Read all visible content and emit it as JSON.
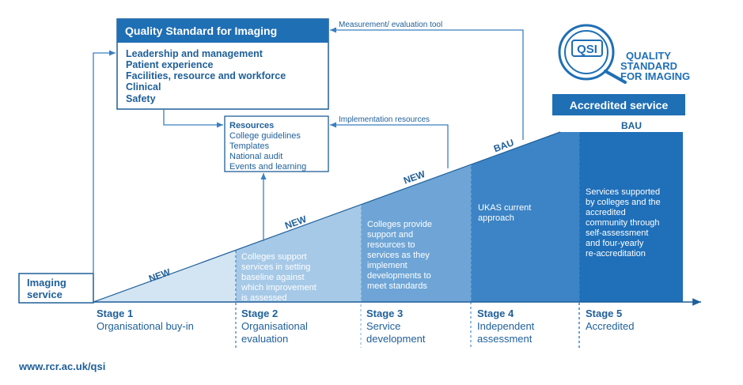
{
  "qs_box": {
    "title": "Quality Standard for Imaging",
    "items": [
      "Leadership and management",
      "Patient experience",
      "Facilities, resource and workforce",
      "Clinical",
      "Safety"
    ]
  },
  "resources_box": {
    "title": "Resources",
    "items": [
      "College guidelines",
      "Templates",
      "National audit",
      "Events and learning"
    ]
  },
  "arrows": {
    "measurement": "Measurement/ evaluation tool",
    "implementation": "Implementation resources"
  },
  "logo": {
    "mark": "QSI",
    "line1": "QUALITY",
    "line2": "STANDARD",
    "line3": "FOR IMAGING"
  },
  "accredited": {
    "title": "Accredited service",
    "bau": "BAU"
  },
  "imaging_service": [
    "Imaging",
    "service"
  ],
  "slope_labels": {
    "new1": "NEW",
    "new2": "NEW",
    "new3": "NEW",
    "bau": "BAU"
  },
  "stage_texts": {
    "s2": [
      "Colleges support",
      "services in setting",
      "baseline against",
      "which improvement",
      "is assessed"
    ],
    "s3": [
      "Colleges provide",
      "support and",
      "resources to",
      "services as they",
      "implement",
      "developments to",
      "meet standards"
    ],
    "s4": [
      "UKAS current",
      "approach"
    ],
    "s5": [
      "Services supported",
      "by colleges and the",
      "accredited",
      "community through",
      "self-assessment",
      "and four-yearly",
      "re-accreditation"
    ]
  },
  "stages": [
    {
      "num": "Stage 1",
      "desc": [
        "Organisational buy-in"
      ]
    },
    {
      "num": "Stage 2",
      "desc": [
        "Organisational",
        "evaluation"
      ]
    },
    {
      "num": "Stage 3",
      "desc": [
        "Service",
        "development"
      ]
    },
    {
      "num": "Stage 4",
      "desc": [
        "Independent",
        "assessment"
      ]
    },
    {
      "num": "Stage 5",
      "desc": [
        "Accredited"
      ]
    }
  ],
  "url": "www.rcr.ac.uk/qsi",
  "colors": {
    "dark": "#1f5f99",
    "stage1": "#d3e4f3",
    "stage2": "#a6c9e7",
    "stage3": "#6ea5d6",
    "stage4": "#3c84c5",
    "stage5": "#1f6fb9",
    "title_fill": "#1f6fb5"
  }
}
